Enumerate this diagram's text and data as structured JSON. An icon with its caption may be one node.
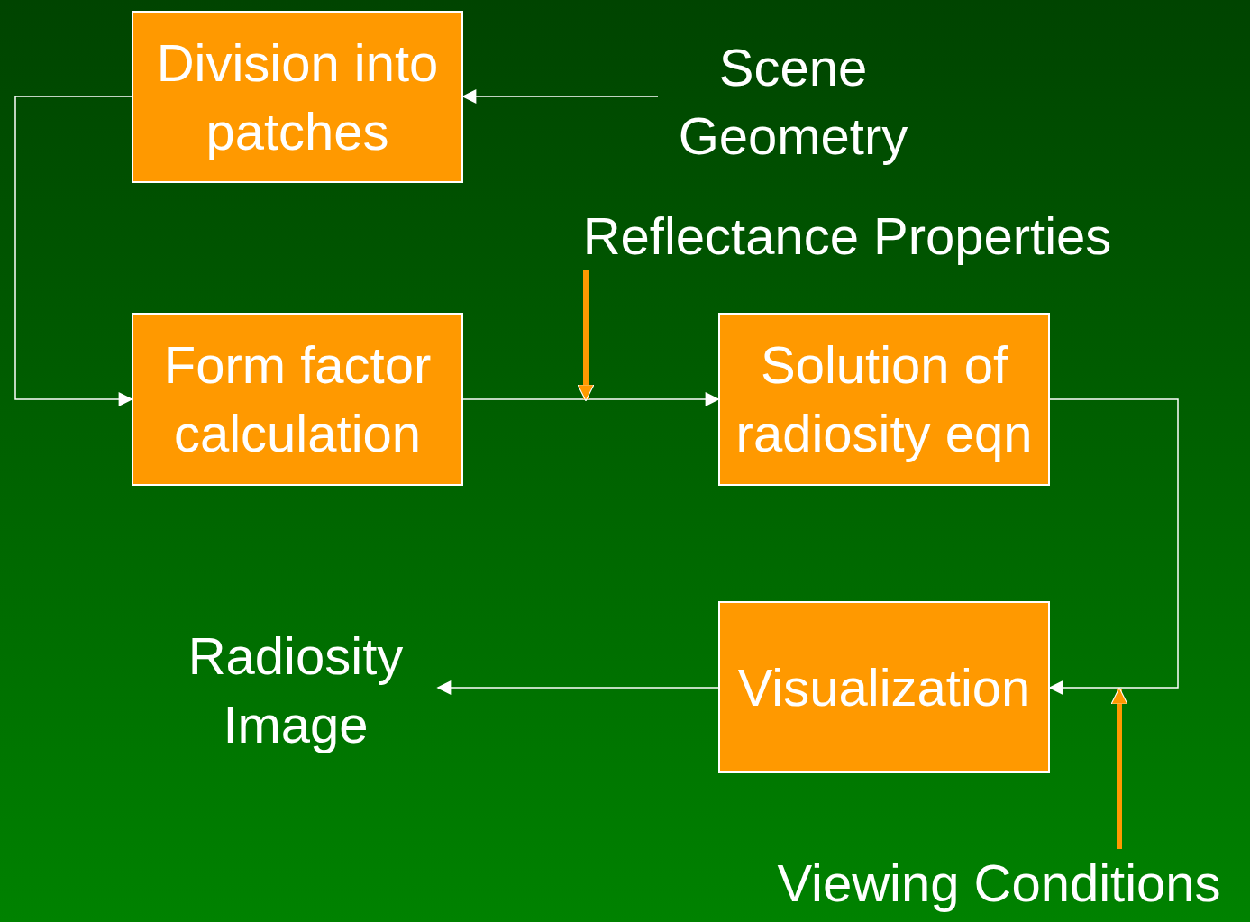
{
  "diagram": {
    "nodes": [
      {
        "text": [
          "Division into patches"
        ]
      },
      {
        "text": [
          "Scene Geometry"
        ]
      },
      {
        "text": [
          "Reflectance Properties"
        ]
      },
      {
        "text": [
          "Form factor calculation"
        ]
      },
      {
        "text": [
          "Solution of radiosity eqn"
        ]
      },
      {
        "text": [
          "Visualization"
        ]
      },
      {
        "text": [
          "Radiosity Image"
        ]
      },
      {
        "text": [
          "Viewing Conditions"
        ]
      }
    ],
    "edges": [
      {
        "from": 1,
        "to": 0,
        "arrow": "to"
      },
      {
        "from": 0,
        "to": 3,
        "arrow": "to"
      },
      {
        "from": 3,
        "to": 4,
        "arrow": "to"
      },
      {
        "from": 2,
        "to": null,
        "arrow": "to",
        "style": "thick",
        "color": "#ff9900"
      },
      {
        "from": 4,
        "to": 5,
        "arrow": "to"
      },
      {
        "from": 5,
        "to": 6,
        "arrow": "to"
      },
      {
        "from": 7,
        "to": null,
        "arrow": "to",
        "style": "thick",
        "color": "#ff9900"
      }
    ]
  }
}
